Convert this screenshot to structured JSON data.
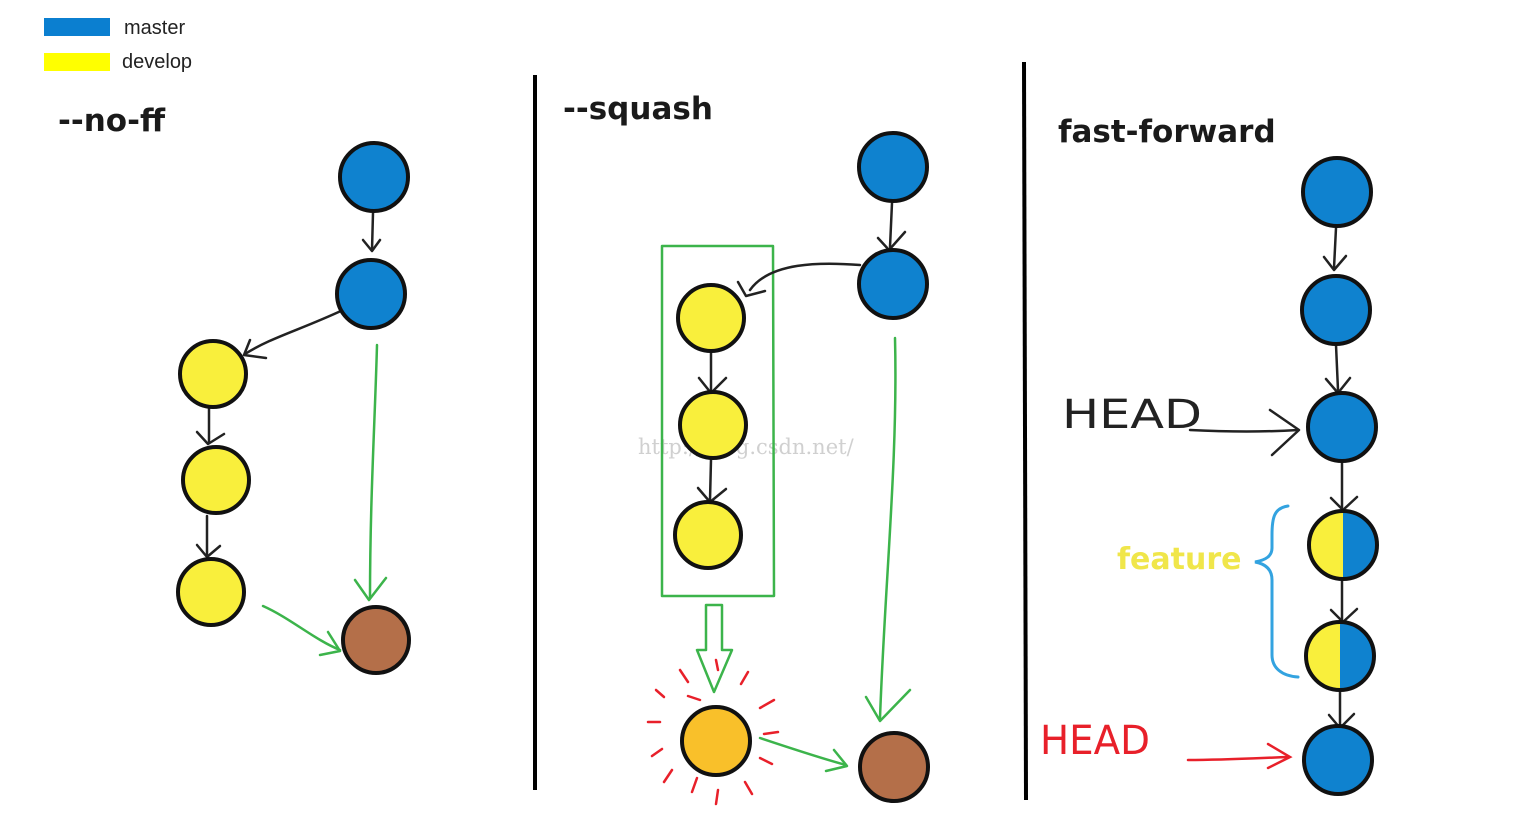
{
  "legend": {
    "master": {
      "label": "master",
      "color": "#0b7fd0"
    },
    "develop": {
      "label": "develop",
      "color": "#ffff00"
    }
  },
  "colors": {
    "master_node": "#0f82cf",
    "develop_node": "#f9ef3c",
    "merge_node": "#b46f49",
    "squash_node": "#f9c02a",
    "flow_arrow": "#3cb44b",
    "commit_arrow": "#222222",
    "head_red": "#e8202a",
    "brace_blue": "#33a3e0",
    "feature_yellow": "#f0e64a"
  },
  "panels": {
    "no_ff": {
      "title": "--no-ff"
    },
    "squash": {
      "title": "--squash"
    },
    "fast_forward": {
      "title": "fast-forward",
      "head_old": "HEAD",
      "head_new": "HEAD",
      "feature_label": "feature"
    }
  },
  "watermark": "http://blog.csdn.net/"
}
